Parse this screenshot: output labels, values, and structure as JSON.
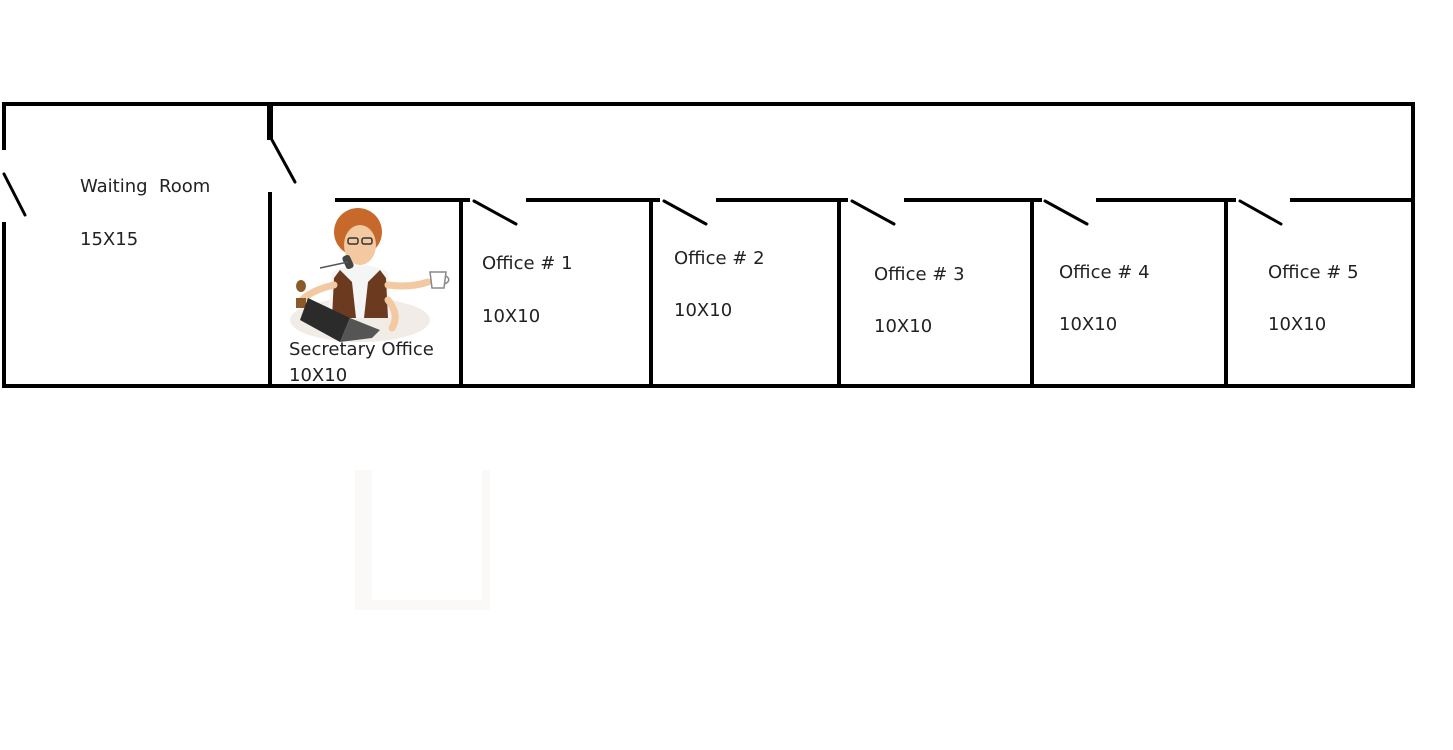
{
  "rooms": {
    "waiting": {
      "name": "Waiting  Room",
      "size": "15X15"
    },
    "secretary": {
      "name": "Secretary Office",
      "size": "10X10"
    },
    "office1": {
      "name": "Office # 1",
      "size": "10X10"
    },
    "office2": {
      "name": "Office # 2",
      "size": "10X10"
    },
    "office3": {
      "name": "Office # 3",
      "size": "10X10"
    },
    "office4": {
      "name": "Office # 4",
      "size": "10X10"
    },
    "office5": {
      "name": "Office # 5",
      "size": "10X10"
    }
  },
  "colors": {
    "wall": "#000000",
    "skin": "#f2c9a0",
    "hair": "#c8692c",
    "vest": "#6b3a1f",
    "laptop": "#2b2b2b"
  },
  "icons": {
    "secretary": "secretary-illustration-icon"
  }
}
